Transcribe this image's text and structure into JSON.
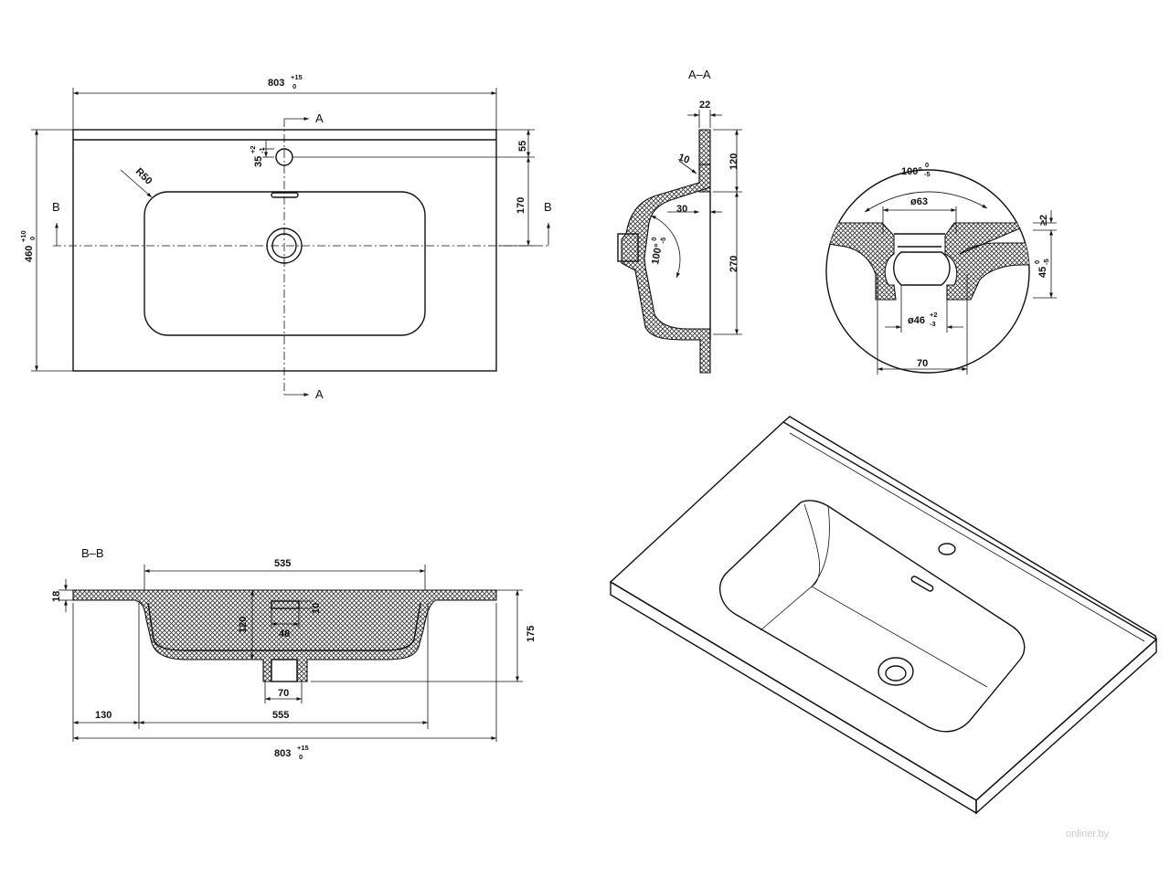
{
  "top_view": {
    "width_dim": "803",
    "width_tol_upper": "+15",
    "width_tol_lower": "0",
    "depth_dim": "460",
    "depth_tol_upper": "+10",
    "depth_tol_lower": "0",
    "tap_offset": "35",
    "tap_tol_upper": "+2",
    "tap_tol_lower": "-1",
    "radius": "R50",
    "dim_55": "55",
    "dim_170": "170",
    "section_a": "A",
    "section_b": "B"
  },
  "section_aa": {
    "title": "A–A",
    "dim_22": "22",
    "dim_10": "10",
    "dim_120": "120",
    "dim_30": "30",
    "dim_270": "270",
    "angle": "100°",
    "angle_tol_upper": "0",
    "angle_tol_lower": "-5"
  },
  "detail": {
    "angle": "100°",
    "angle_tol_upper": "0",
    "angle_tol_lower": "-5",
    "dia_top": "ø63",
    "dia_bottom": "ø46",
    "dia_bottom_tol_upper": "+2",
    "dia_bottom_tol_lower": "-3",
    "dim_ge2": "≥2",
    "dim_45": "45",
    "dim_45_tol_upper": "0",
    "dim_45_tol_lower": "-5",
    "dim_70": "70"
  },
  "section_bb": {
    "title": "B–B",
    "dim_535": "535",
    "dim_18": "18",
    "dim_120": "120",
    "dim_10": "10",
    "dim_48": "48",
    "dim_175": "175",
    "dim_70": "70",
    "dim_130": "130",
    "dim_555": "555",
    "width_dim": "803",
    "width_tol_upper": "+15",
    "width_tol_lower": "0"
  },
  "watermark": "onliner.by"
}
